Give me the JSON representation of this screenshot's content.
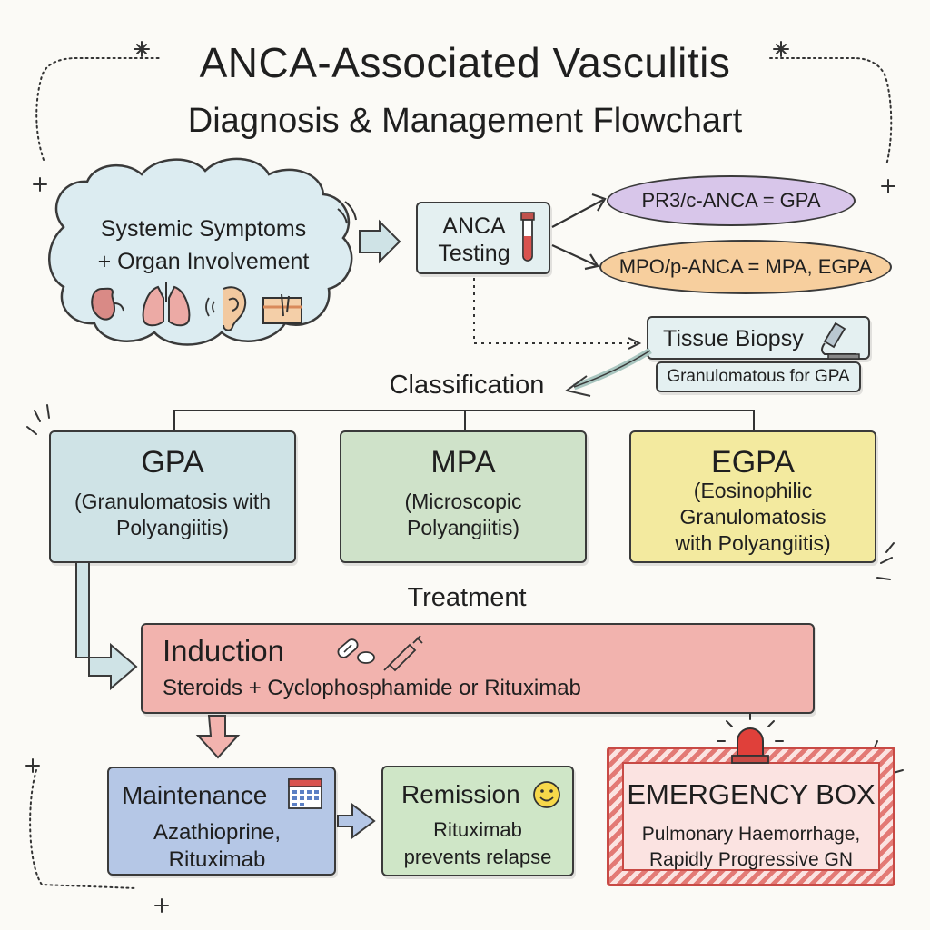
{
  "header": {
    "title": "ANCA-Associated Vasculitis",
    "subtitle": "Diagnosis & Management Flowchart"
  },
  "presentation": {
    "line1": "Systemic Symptoms",
    "line2": "+ Organ Involvement",
    "icons": [
      "kidney-icon",
      "lungs-icon",
      "ear-icon",
      "skin-icon"
    ]
  },
  "testing": {
    "label": "ANCA Testing",
    "icon": "test-tube-icon"
  },
  "results": {
    "pr3": "PR3/c-ANCA = GPA",
    "mpo": "MPO/p-ANCA = MPA, EGPA"
  },
  "biopsy": {
    "label": "Tissue Biopsy",
    "note": "Granulomatous for GPA",
    "icon": "microscope-icon"
  },
  "classification": {
    "label": "Classification",
    "gpa": {
      "title": "GPA",
      "desc": [
        "(Granulomatosis with",
        "Polyangiitis)"
      ]
    },
    "mpa": {
      "title": "MPA",
      "desc": [
        "(Microscopic",
        "Polyangiitis)"
      ]
    },
    "egpa": {
      "title": "EGPA",
      "desc": [
        "(Eosinophilic",
        "Granulomatosis",
        "with Polyangiitis)"
      ]
    }
  },
  "treatment": {
    "label": "Treatment",
    "induction": {
      "title": "Induction",
      "desc": "Steroids + Cyclophosphamide or Rituximab",
      "icons": [
        "pill-icon",
        "syringe-icon"
      ]
    },
    "maintenance": {
      "title": "Maintenance",
      "desc": [
        "Azathioprine,",
        "Rituximab"
      ],
      "icon": "calendar-icon"
    },
    "remission": {
      "title": "Remission",
      "desc": [
        "Rituximab",
        "prevents relapse"
      ],
      "icon": "smiley-icon"
    }
  },
  "emergency": {
    "title": "EMERGENCY BOX",
    "desc": [
      "Pulmonary Haemorrhage,",
      "Rapidly Progressive GN"
    ],
    "icon": "siren-icon"
  },
  "colors": {
    "teal": "#cfe3e6",
    "green": "#cfe2c9",
    "yellow": "#f3ea9f",
    "red": "#f2b3ae",
    "blue": "#b5c7e6",
    "purple": "#d8c6ea",
    "orange": "#f7cf9e",
    "alert": "#c84a45"
  }
}
